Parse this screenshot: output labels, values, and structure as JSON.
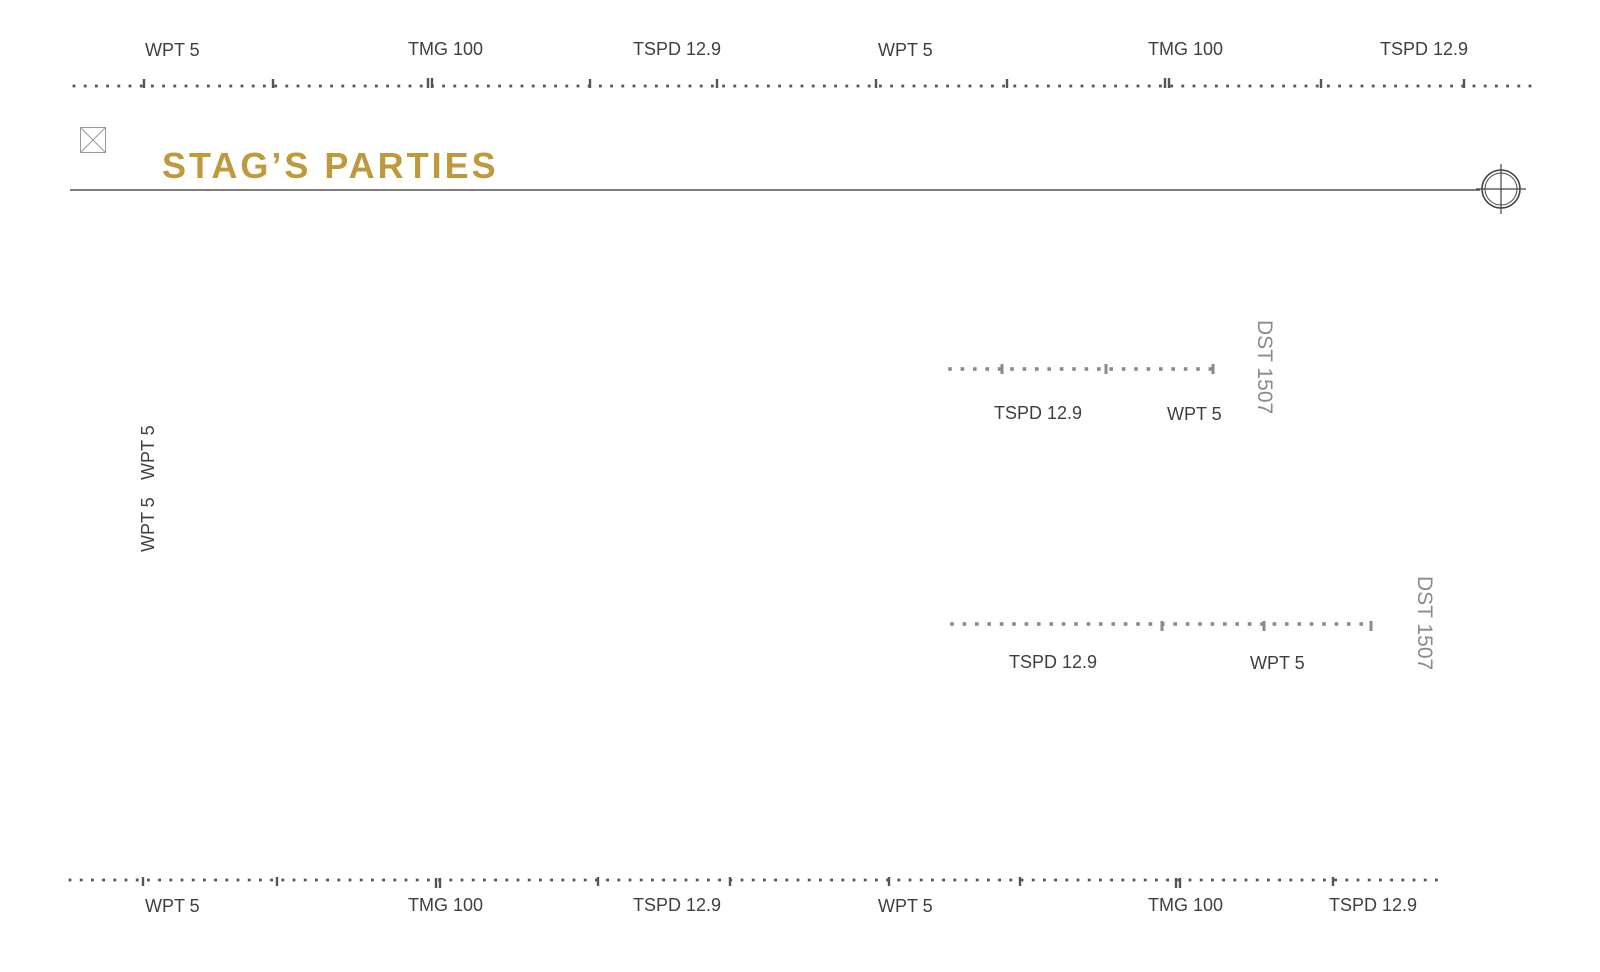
{
  "title": "STAG’S PARTIES",
  "colors": {
    "accent": "#bf9a3c",
    "ruler": "#555555",
    "ruler_light": "#8a8a8a",
    "line": "#555555"
  },
  "icons": {
    "close": "close-box-icon",
    "target": "crosshair-target-icon"
  },
  "top_ruler": {
    "labels": [
      "WPT 5",
      "TMG 100",
      "TSPD 12.9",
      "WPT 5",
      "TMG 100",
      "TSPD 12.9"
    ]
  },
  "bottom_ruler": {
    "labels": [
      "WPT 5",
      "TMG 100",
      "TSPD 12.9",
      "WPT 5",
      "TMG 100",
      "TSPD 12.9"
    ]
  },
  "left_vertical": {
    "label_a": "WPT 5",
    "label_b": "WPT 5"
  },
  "mid_ruler_1": {
    "labels": [
      "TSPD 12.9",
      "WPT 5"
    ],
    "side_label": "DST 1507"
  },
  "mid_ruler_2": {
    "labels": [
      "TSPD 12.9",
      "WPT 5"
    ],
    "side_label": "DST 1507"
  }
}
